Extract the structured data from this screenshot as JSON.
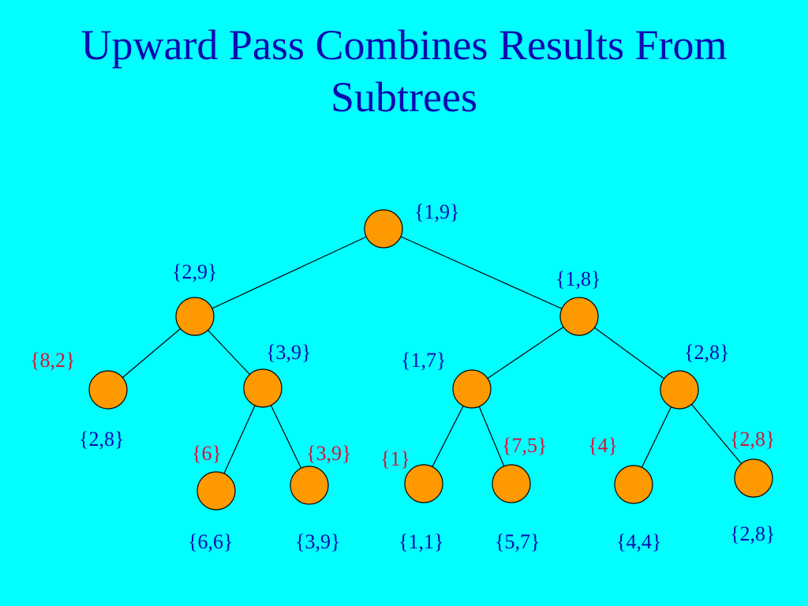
{
  "slide": {
    "title_line1": "Upward Pass Combines Results From",
    "title_line2": "Subtrees"
  },
  "colors": {
    "background": "#00ffff",
    "title": "#0b0bb0",
    "node_fill": "#ff9900",
    "blue_label": "#0b0bb0",
    "red_label": "#d4143a"
  },
  "tree": {
    "root": {
      "label": "{1,9}"
    },
    "left": {
      "label": "{2,9}"
    },
    "right": {
      "label": "{1,8}"
    },
    "left_left": {
      "label": "{8,2}",
      "below_label": "{2,8}"
    },
    "left_right": {
      "label": "{3,9}"
    },
    "right_left": {
      "label": "{1,7}"
    },
    "right_right": {
      "label": "{2,8}"
    },
    "leaves": [
      {
        "label": "{6}",
        "below_label": "{6,6}"
      },
      {
        "label": "{3,9}",
        "below_label": "{3,9}"
      },
      {
        "label": "{1}",
        "below_label": "{1,1}"
      },
      {
        "label": "{7,5}",
        "below_label": "{5,7}"
      },
      {
        "label": "{4}",
        "below_label": "{4,4}"
      },
      {
        "label": "{2,8}",
        "below_label": "{2,8}"
      }
    ]
  }
}
